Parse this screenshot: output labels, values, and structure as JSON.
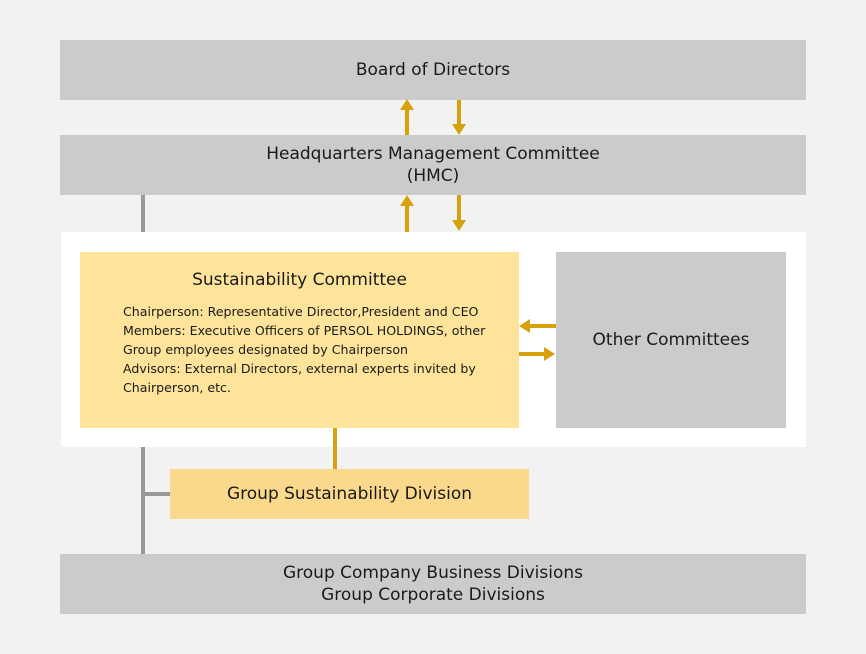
{
  "board": {
    "title": "Board of Directors"
  },
  "hmc": {
    "title_line1": "Headquarters Management Committee",
    "title_line2": "(HMC)"
  },
  "sustainability_committee": {
    "title": "Sustainability Committee",
    "details": [
      "Chairperson: Representative Director,President and CEO",
      "Members: Executive Officers of PERSOL HOLDINGS, other Group employees designated by Chairperson",
      "Advisors: External Directors, external experts invited by Chairperson, etc."
    ]
  },
  "other_committees": {
    "title": "Other Committees"
  },
  "group_sustainability_division": {
    "title": "Group Sustainability Division"
  },
  "group_divisions": {
    "line1": "Group Company Business Divisions",
    "line2": "Group Corporate Divisions"
  },
  "colors": {
    "background": "#f2f2f2",
    "gray_box": "#cbcbcb",
    "committee_fill": "#fde49a",
    "division_fill": "#fad98c",
    "arrow": "#d6a10c",
    "connector": "#999999"
  }
}
